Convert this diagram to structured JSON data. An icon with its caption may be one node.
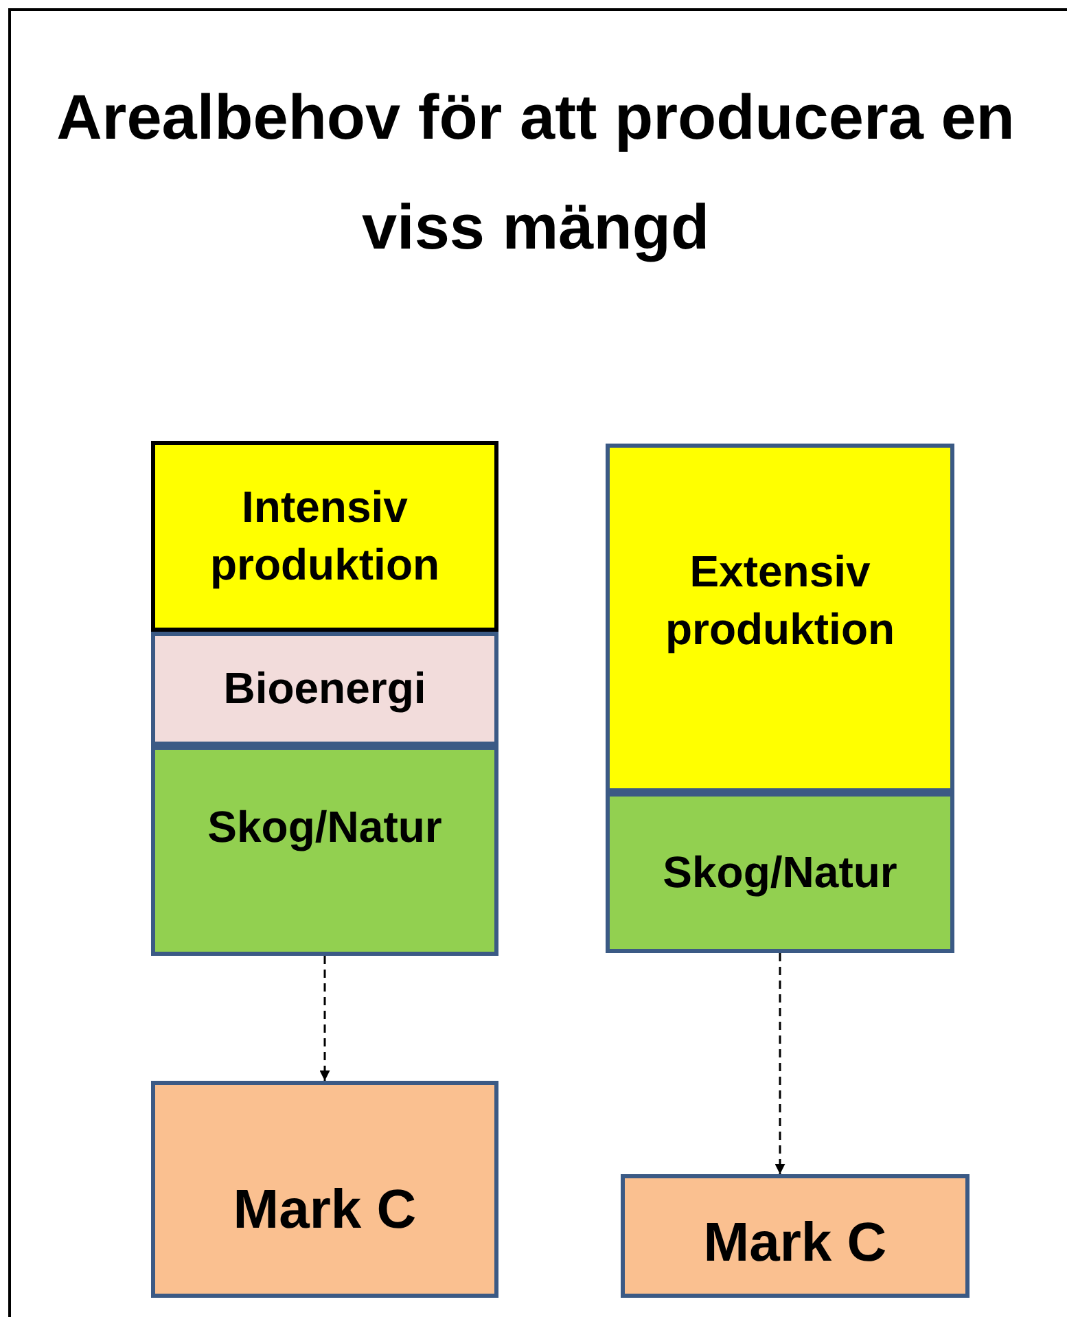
{
  "diagram": {
    "title": "Arealbehov för att producera en viss mängd",
    "nodes": [
      {
        "text": [
          "Intensiv produktion"
        ]
      },
      {
        "text": [
          "Bioenergi"
        ]
      },
      {
        "text": [
          "Skog/Natur"
        ]
      },
      {
        "text": [
          "Extensiv produktion"
        ]
      },
      {
        "text": [
          "Skog/Natur"
        ]
      },
      {
        "text": [
          "Mark C"
        ]
      },
      {
        "text": [
          "Mark C"
        ]
      }
    ],
    "edges": [
      {
        "from": 2,
        "to": 5,
        "arrow": "to",
        "style": "dashed"
      },
      {
        "from": 4,
        "to": 6,
        "arrow": "to",
        "style": "dashed"
      }
    ]
  }
}
